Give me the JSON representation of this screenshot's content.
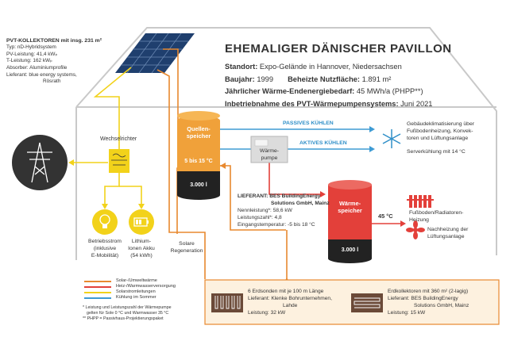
{
  "collector": {
    "heading": "PVT-KOLLEKTOREN mit insg. 231 m²",
    "lines": [
      "Typ: nD-Hybridsystem",
      "PV-Leistung: 41,4 kWₚ",
      "T-Leistung: 162 kWₚ",
      "Absorber: Aluminiumprofile",
      "Lieferant: blue energy systems,"
    ],
    "lines_end": "Rösrath"
  },
  "pavilion": {
    "title": "EHEMALIGER DÄNISCHER PAVILLON",
    "standort_label": "Standort:",
    "standort_value": "Expo-Gelände in Hannover, Niedersachsen",
    "baujahr_label": "Baujahr:",
    "baujahr_value": "1999",
    "nutzflaeche_label": "Beheizte Nutzfläche:",
    "nutzflaeche_value": "1.891 m²",
    "waerme_label": "Jährlicher Wärme-Endenergiebedarf:",
    "waerme_value": "45 MWh/a (PHPP**)",
    "inbetrieb_label": "Inbetriebnahme des PVT-Wärmepumpensystems:",
    "inbetrieb_value": "Juni 2021"
  },
  "inverter": {
    "label": "Wechselrichter"
  },
  "consumers": {
    "operating_lines": [
      "Betriebsstrom",
      "(inklusive",
      "E-Mobilität)"
    ],
    "battery_lines": [
      "Lithium-",
      "Ionen Akku",
      "(54 kWh)"
    ],
    "solar_regen_lines": [
      "Solare",
      "Regeneration"
    ]
  },
  "source_tank": {
    "lines": [
      "Quellen-",
      "speicher"
    ],
    "temp": "5 bis 15 °C",
    "volume": "3.000 l"
  },
  "heat_pump": {
    "lines": [
      "Wärme-",
      "pumpe"
    ]
  },
  "heat_tank": {
    "lines": [
      "Wärme-",
      "speicher"
    ],
    "volume": "3.000 l",
    "temp_out": "45 °C"
  },
  "supplier": {
    "lines": [
      "LIEFERANT: BES BuildingEnergy",
      "Solutions GmbH, Mainz"
    ],
    "specs": [
      "Nennleistung*: 58,6 kW",
      "Leistungszahl*: 4,8",
      "Eingangstemperatur: -5 bis 18 °C"
    ]
  },
  "cooling": {
    "passive": "PASSIVES KÜHLEN",
    "active": "AKTIVES KÜHLEN",
    "building_lines": [
      "Gebäudeklimatisierung über",
      "Fußbodenheizung, Konvek-",
      "toren und Lüftungsanlage"
    ],
    "server": "Serverkühlung mit 14 °C"
  },
  "heating": {
    "floor_lines": [
      "Fußboden/Radiatoren-",
      "Heizung"
    ],
    "ventilation_lines": [
      "Nachheizung der",
      "Lüftungsanlage"
    ]
  },
  "legend": {
    "items": [
      {
        "label": "Solar-/Umweltwärme",
        "color": "#e8892f"
      },
      {
        "label": "Heiz-/Warmwasserversorgung",
        "color": "#e3403a"
      },
      {
        "label": "Solarstromleitungen",
        "color": "#f2d21a"
      },
      {
        "label": "Kühlung im Sommer",
        "color": "#3e9bd4"
      }
    ],
    "footnotes": [
      "* Leistung und Leistungszahl der Wärmepumpe",
      "gelten für Sole 0 °C und Warmwasser 35 °C",
      "** PHPP = Passivhaus-Projektierungspaket"
    ]
  },
  "ground": {
    "probes_lines": [
      "6 Erdsonden mit je 100 m Länge",
      "Lieferant: Klenke Bohrunternehmen,",
      "Lahde",
      "Leistung: 32 kW"
    ],
    "collectors_lines": [
      "Erdkollektoren mit 360 m² (2-lagig)",
      "Lieferant: BES BuildingEnergy",
      "Solutions GmbH, Mainz",
      "Leistung: 15 kW"
    ]
  }
}
